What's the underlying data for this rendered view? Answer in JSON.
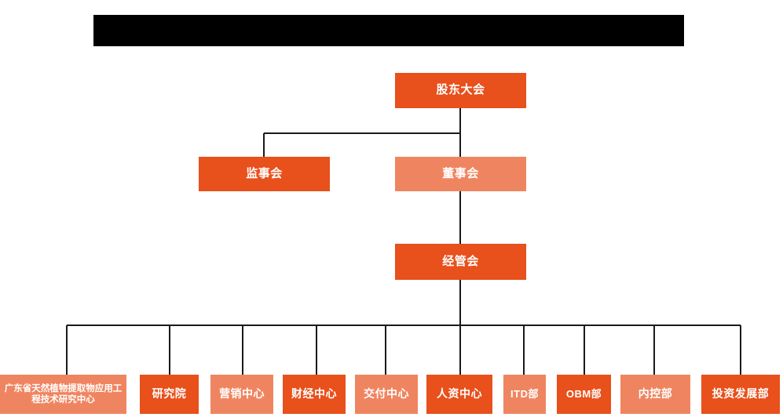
{
  "banner": {
    "text": "",
    "color": "#000000",
    "note": "redacted-title-bar"
  },
  "theme": {
    "dark_orange": "#e8501c",
    "light_orange": "#ef8560",
    "line_color": "#1a1a1a",
    "background": "#ffffff",
    "text_color": "#ffffff"
  },
  "chart": {
    "type": "org-chart",
    "nodes": {
      "shareholders": {
        "label": "股东大会",
        "tone": "dark"
      },
      "supervisors": {
        "label": "监事会",
        "tone": "dark"
      },
      "board": {
        "label": "董事会",
        "tone": "light"
      },
      "management": {
        "label": "经管会",
        "tone": "dark"
      }
    },
    "departments": [
      {
        "label": "广东省天然植物提取物应用工程技术研究中心",
        "tone": "light"
      },
      {
        "label": "研究院",
        "tone": "dark"
      },
      {
        "label": "营销中心",
        "tone": "light"
      },
      {
        "label": "财经中心",
        "tone": "dark"
      },
      {
        "label": "交付中心",
        "tone": "light"
      },
      {
        "label": "人资中心",
        "tone": "dark"
      },
      {
        "label": "ITD部",
        "tone": "light"
      },
      {
        "label": "OBM部",
        "tone": "dark"
      },
      {
        "label": "内控部",
        "tone": "light"
      },
      {
        "label": "投资发展部",
        "tone": "dark"
      }
    ]
  }
}
